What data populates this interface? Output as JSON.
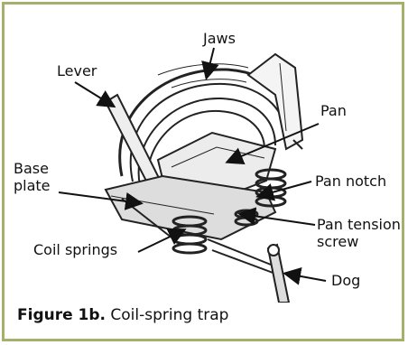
{
  "labels": {
    "jaws": "Jaws",
    "lever": "Lever",
    "pan": "Pan",
    "base_plate_line1": "Base",
    "base_plate_line2": "plate",
    "pan_notch": "Pan notch",
    "pan_tension_line1": "Pan tension",
    "pan_tension_line2": "screw",
    "coil_springs": "Coil springs",
    "dog": "Dog"
  },
  "caption": {
    "figure": "Figure 1b.",
    "text": "Coil-spring trap"
  },
  "colors": {
    "border": "#a6b06a",
    "ink": "#111111"
  }
}
